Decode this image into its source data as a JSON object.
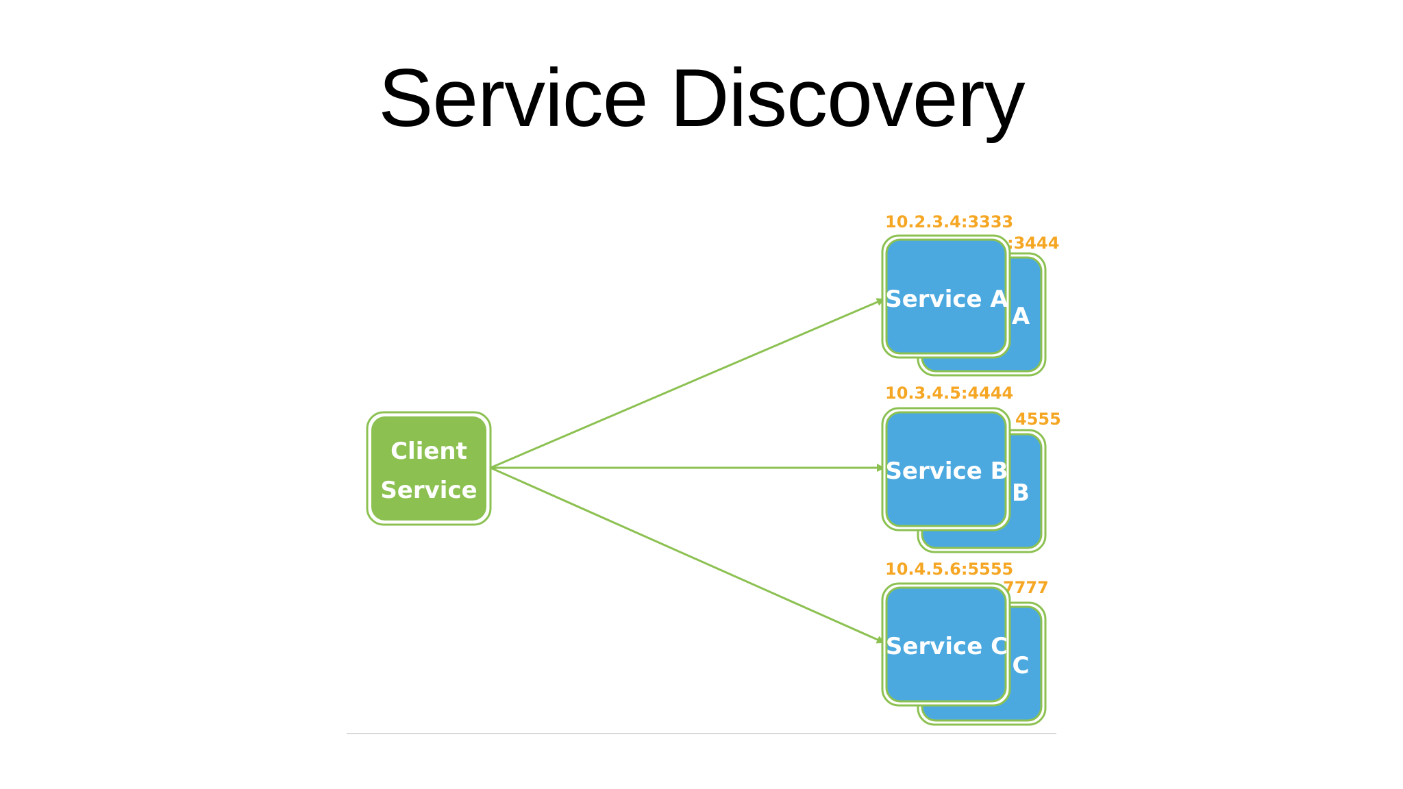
{
  "title": "Service Discovery",
  "colors": {
    "client_fill": "#8cc152",
    "client_border": "#8cc152",
    "service_fill": "#4ba9e0",
    "service_border": "#8cc152",
    "arrow": "#8cc152",
    "address": "#f5a623",
    "baseline": "#cccccc"
  },
  "client": {
    "line1": "Client",
    "line2": "Service"
  },
  "services": [
    {
      "name": "Service A",
      "back_label": "A",
      "address_front": "10.2.3.4:3333",
      "address_back": ":3444"
    },
    {
      "name": "Service B",
      "back_label": "B",
      "address_front": "10.3.4.5:4444",
      "address_back": "4555"
    },
    {
      "name": "Service C",
      "back_label": "C",
      "address_front": "10.4.5.6:5555",
      "address_back": "7777"
    }
  ]
}
